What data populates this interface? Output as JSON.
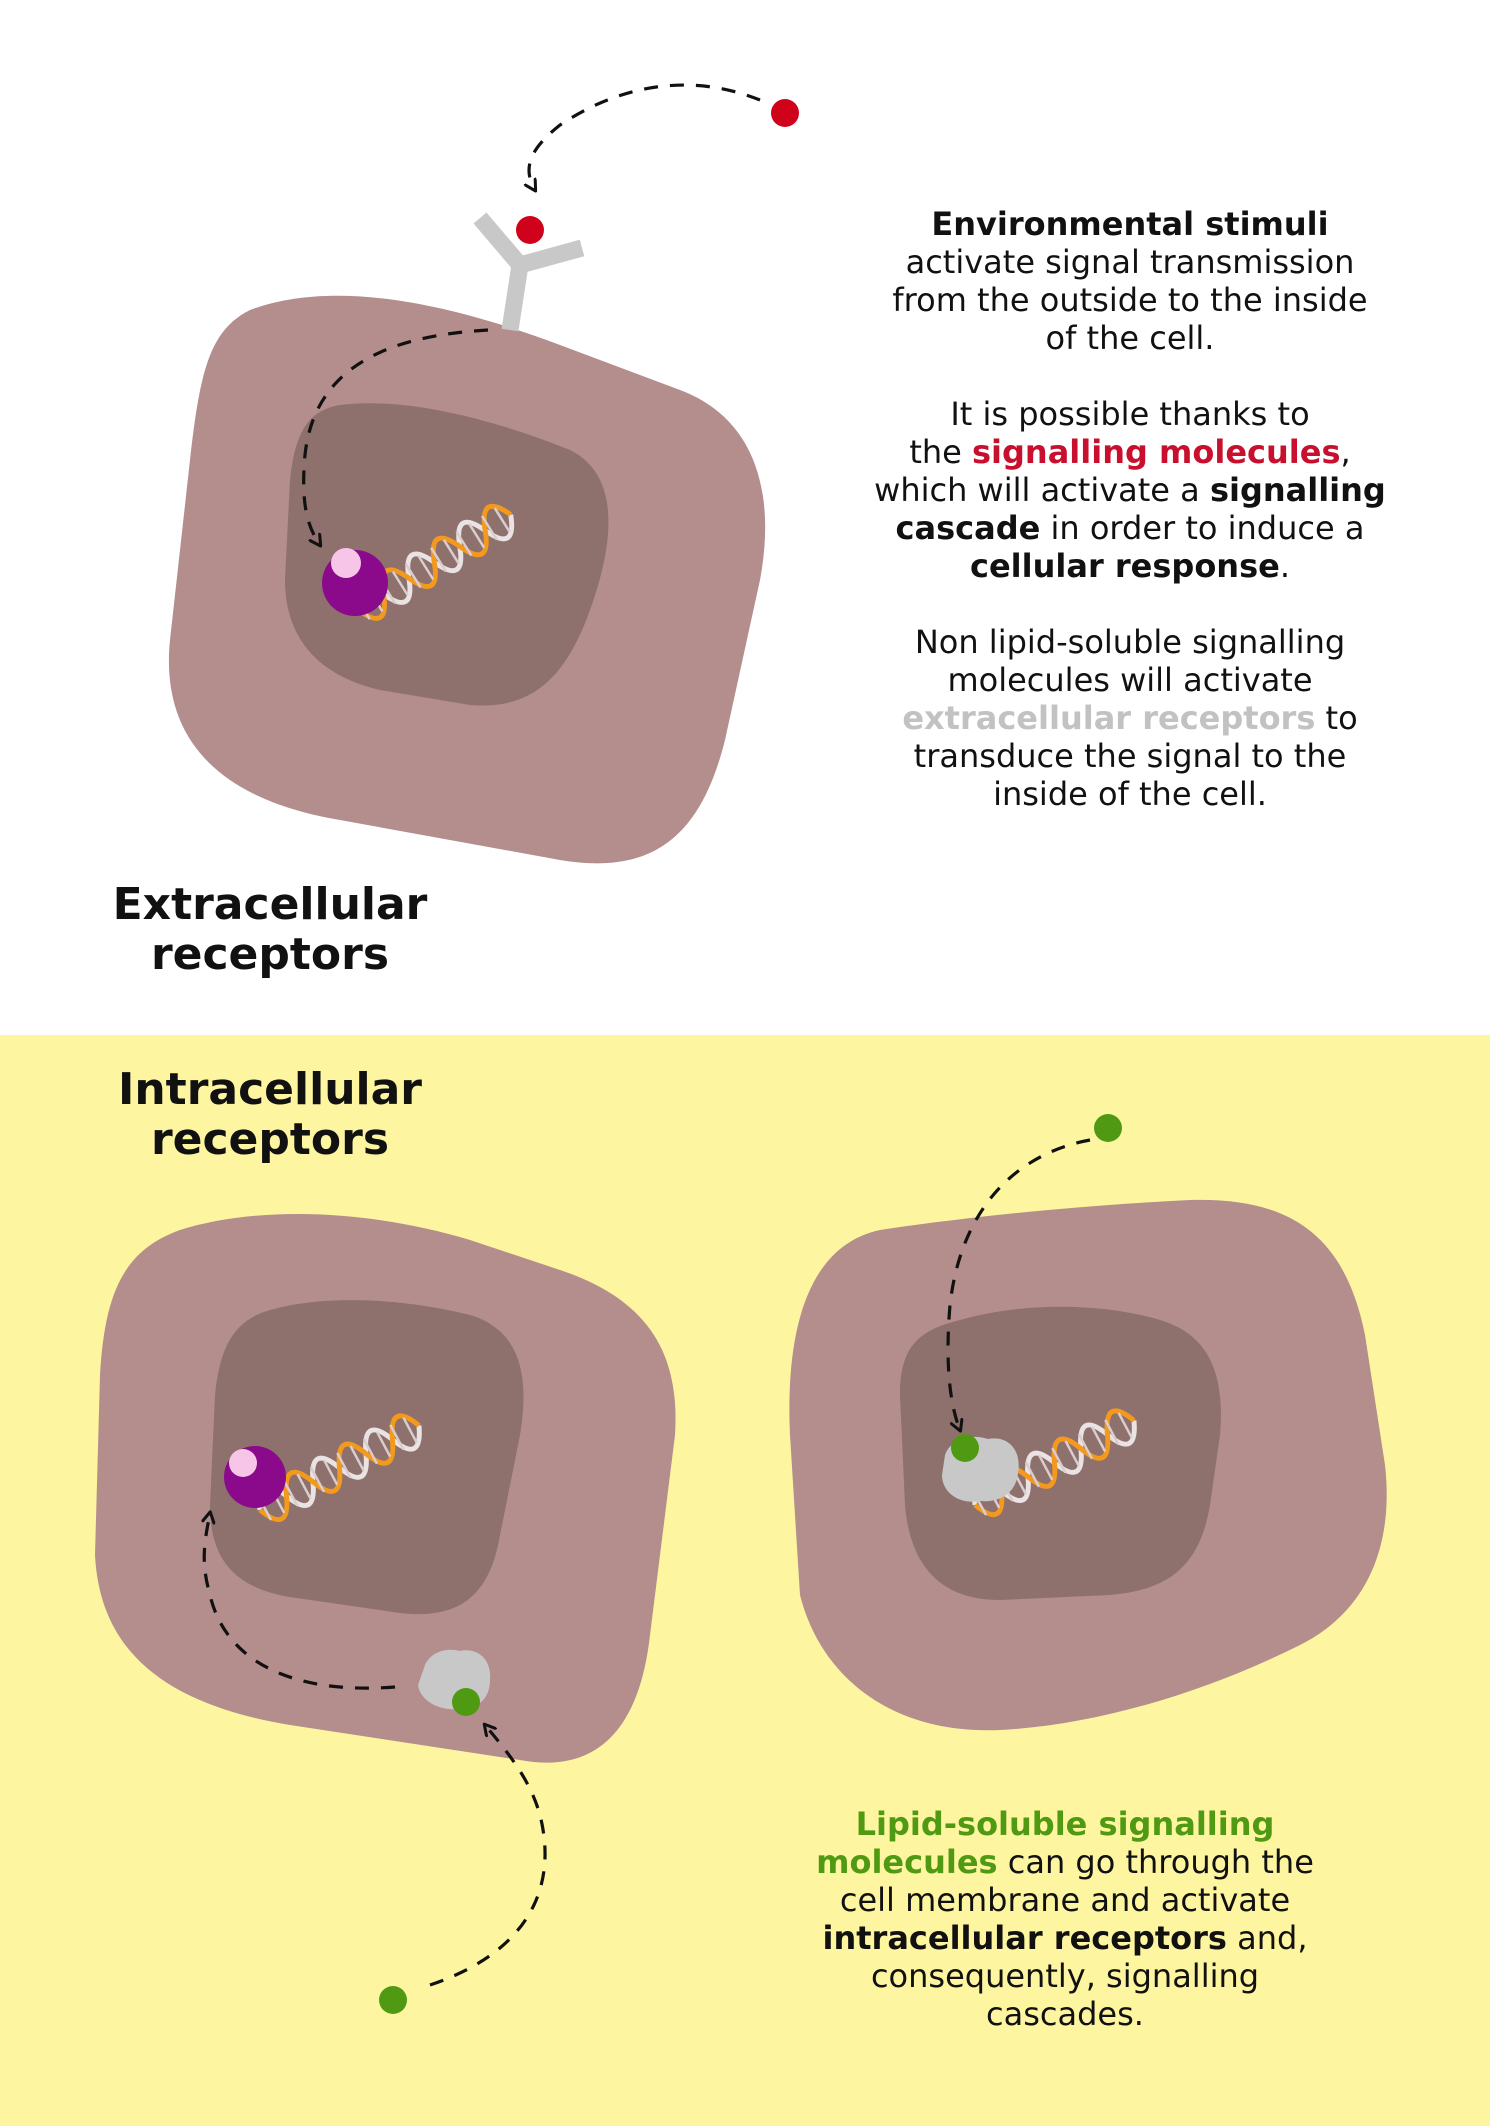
{
  "headings": {
    "extracellular": [
      "Extracellular",
      "receptors"
    ],
    "intracellular": [
      "Intracellular",
      "receptors"
    ]
  },
  "paragraphs": {
    "p1": {
      "bold_lead": "Environmental stimuli",
      "rest": [
        "activate signal transmission",
        "from the outside to the inside",
        "of the cell."
      ]
    },
    "p2": {
      "line1": "It is possible thanks to",
      "line2_pre": "the ",
      "signalling_molecules": "signalling molecules",
      "line2_post": ",",
      "line3_pre": "which will activate a ",
      "signalling": "signalling",
      "cascade": "cascade",
      "line4_post": " in order to induce a",
      "cellular_response": "cellular response",
      "end": "."
    },
    "p3": {
      "line1": "Non lipid-soluble signalling",
      "line2": "molecules will activate",
      "extracellular_receptors": "extracellular receptors",
      "line3_post": " to",
      "line4": "transduce the signal to the",
      "line5": "inside of the cell."
    },
    "p4": {
      "lipid_line1": "Lipid-soluble signalling",
      "lipid_line2": "molecules",
      "line2_post": " can go through the",
      "line3": "cell membrane and activate",
      "intracellular_receptors": "intracellular receptors",
      "line4_post": " and,",
      "line5": "consequently, signalling",
      "line6": "cascades."
    }
  },
  "colors": {
    "top_background": "#ffffff",
    "bottom_background": "#fdf5a0",
    "cell": "#b48d8d",
    "nucleus": "#8e706d",
    "red_molecule": "#d0021b",
    "green_molecule": "#4f9a12",
    "receptor_grey": "#c8c8c8",
    "purple_protein": "#8b0a8b",
    "pink_circle": "#f7c5e8",
    "dna_orange": "#f39a1e",
    "dna_white": "#e9e3e3"
  }
}
